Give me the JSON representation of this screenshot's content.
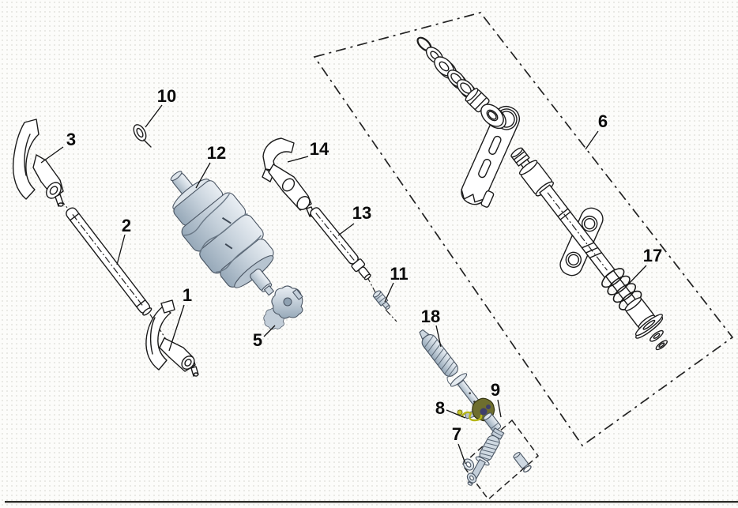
{
  "figure": {
    "kind": "exploded-parts-diagram",
    "subject": "gear shifting mechanism (shift drum, shift forks, gearshift spindle)",
    "background_color": "#fcfcfa",
    "line_color": "#1b1b1b",
    "shaded_part_fill": "#c7d2dc",
    "shaded_part_highlight": "#e9eef3",
    "shaded_part_shadow": "#97a9b9",
    "accent_olive": "#6e6e2e",
    "accent_navy": "#3e3e6b",
    "accent_yellow": "#b5b517"
  },
  "callouts": [
    {
      "number": "1",
      "part": "shift-fork-lower-left"
    },
    {
      "number": "2",
      "part": "fork-shaft-left"
    },
    {
      "number": "3",
      "part": "shift-fork-upper-left"
    },
    {
      "number": "5",
      "part": "shift-cam-star"
    },
    {
      "number": "6",
      "part": "gearshift-spindle-assembly"
    },
    {
      "number": "7",
      "part": "stopper-bolt-assembly"
    },
    {
      "number": "8",
      "part": "stopper-spring"
    },
    {
      "number": "9",
      "part": "stopper-roller"
    },
    {
      "number": "10",
      "part": "small-washer"
    },
    {
      "number": "11",
      "part": "dowel-pin"
    },
    {
      "number": "12",
      "part": "shift-drum"
    },
    {
      "number": "13",
      "part": "fork-shaft-right"
    },
    {
      "number": "14",
      "part": "shift-fork-center"
    },
    {
      "number": "17",
      "part": "spindle-return-spring"
    },
    {
      "number": "18",
      "part": "gearshift-spindle"
    }
  ]
}
